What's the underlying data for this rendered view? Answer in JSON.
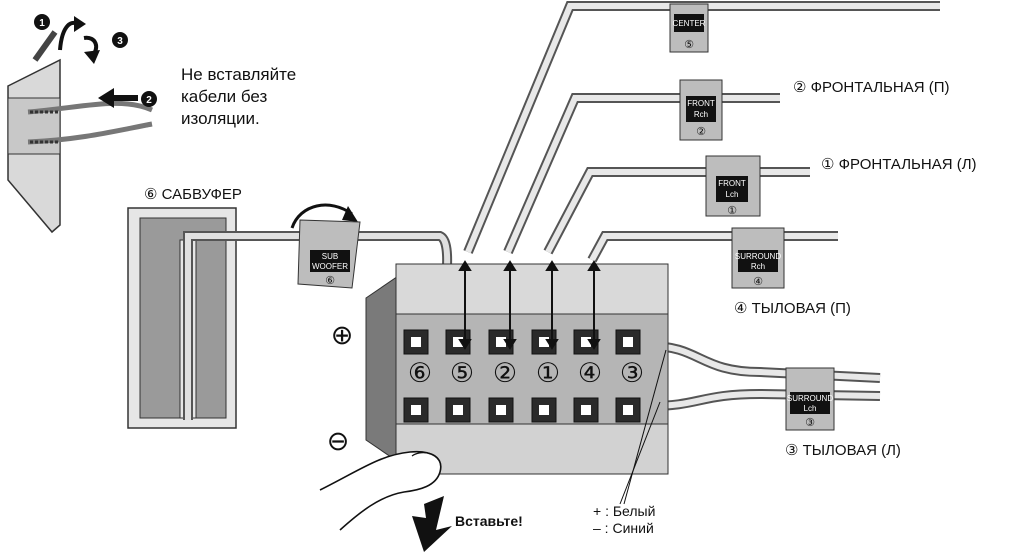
{
  "note": {
    "line1": "Не вставляйте",
    "line2": "кабели без",
    "line3": "изоляции."
  },
  "steps": [
    "1",
    "2",
    "3"
  ],
  "speakers": {
    "front_r": "② ФРОНТАЛЬНАЯ (П)",
    "front_l": "① ФРОНТАЛЬНАЯ (Л)",
    "subwoofer": "⑥ САБВУФЕР",
    "surround_r": "④ ТЫЛОВАЯ (П)",
    "surround_l": "③ ТЫЛОВАЯ (Л)"
  },
  "tags": {
    "center": {
      "text": "CENTER",
      "num": "⑤"
    },
    "front_r": {
      "line1": "FRONT",
      "line2": "Rch",
      "num": "②"
    },
    "front_l": {
      "line1": "FRONT",
      "line2": "Lch",
      "num": "①"
    },
    "surround_r": {
      "line1": "SURROUND",
      "line2": "Rch",
      "num": "④"
    },
    "sub": {
      "line1": "SUB",
      "line2": "WOOFER",
      "num": "⑥"
    },
    "surround_l": {
      "line1": "SURROUND",
      "line2": "Lch",
      "num": "③"
    }
  },
  "terminals": [
    "⑥",
    "⑤",
    "②",
    "①",
    "④",
    "③"
  ],
  "polarity": {
    "plus": "⊕",
    "minus": "⊖"
  },
  "insert_label": "Вставьте!",
  "wire_legend": {
    "plus": "+ : Белый",
    "minus": "– : Синий"
  }
}
